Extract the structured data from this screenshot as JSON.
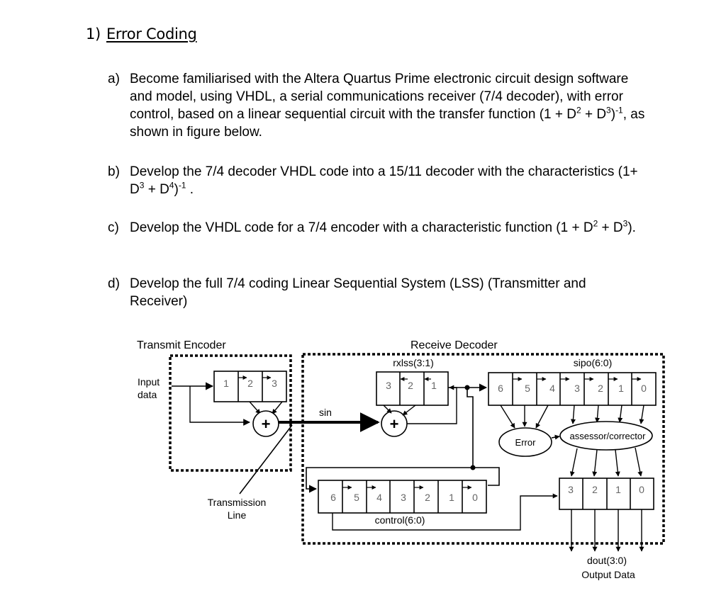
{
  "heading": {
    "number": "1)",
    "title": "Error Coding"
  },
  "items": [
    {
      "label": "a)",
      "parts": [
        {
          "t": "Become familiarised with the Altera Quartus Prime electronic circuit design software and model, using VHDL, a serial communications receiver (7/4 decoder), with error control, based on a linear sequential circuit with the transfer function (1 + D"
        },
        {
          "t": "2",
          "sup": true
        },
        {
          "t": " + D"
        },
        {
          "t": "3",
          "sup": true
        },
        {
          "t": ")"
        },
        {
          "t": "-1",
          "sup": true
        },
        {
          "t": ", as shown in figure below."
        }
      ]
    },
    {
      "label": "b)",
      "parts": [
        {
          "t": "Develop the 7/4 decoder VHDL code into a 15/11 decoder with the characteristics (1+ D"
        },
        {
          "t": "3",
          "sup": true
        },
        {
          "t": " + D"
        },
        {
          "t": "4",
          "sup": true
        },
        {
          "t": ")"
        },
        {
          "t": "-1",
          "sup": true
        },
        {
          "t": " ."
        }
      ]
    },
    {
      "label": "c)",
      "parts": [
        {
          "t": "Develop the VHDL code for a 7/4 encoder with a characteristic function (1 + D"
        },
        {
          "t": "2",
          "sup": true
        },
        {
          "t": " + D"
        },
        {
          "t": "3",
          "sup": true
        },
        {
          "t": ")."
        }
      ]
    },
    {
      "label": "d)",
      "parts": [
        {
          "t": "Develop the full 7/4 coding Linear Sequential System (LSS) (Transmitter and Receiver)"
        }
      ]
    }
  ],
  "diagram": {
    "transmit_encoder": "Transmit Encoder",
    "receive_decoder": "Receive Decoder",
    "input_data": [
      "Input",
      "data"
    ],
    "encoder_cells": [
      "1",
      "2",
      "3"
    ],
    "sin": "sin",
    "plus": "+",
    "transmission_line": [
      "Transmission",
      "Line"
    ],
    "rxlss_label": "rxlss(3:1)",
    "rxlss_cells": [
      "3",
      "2",
      "1"
    ],
    "sipo_label": "sipo(6:0)",
    "sipo_cells": [
      "6",
      "5",
      "4",
      "3",
      "2",
      "1",
      "0"
    ],
    "error": "Error",
    "assessor": "assessor/corrector",
    "control_label": "control(6:0)",
    "control_cells": [
      "6",
      "5",
      "4",
      "3",
      "2",
      "1",
      "0"
    ],
    "dout_cells": [
      "3",
      "2",
      "1",
      "0"
    ],
    "dout_label": "dout(3:0)",
    "output_data": "Output Data"
  }
}
